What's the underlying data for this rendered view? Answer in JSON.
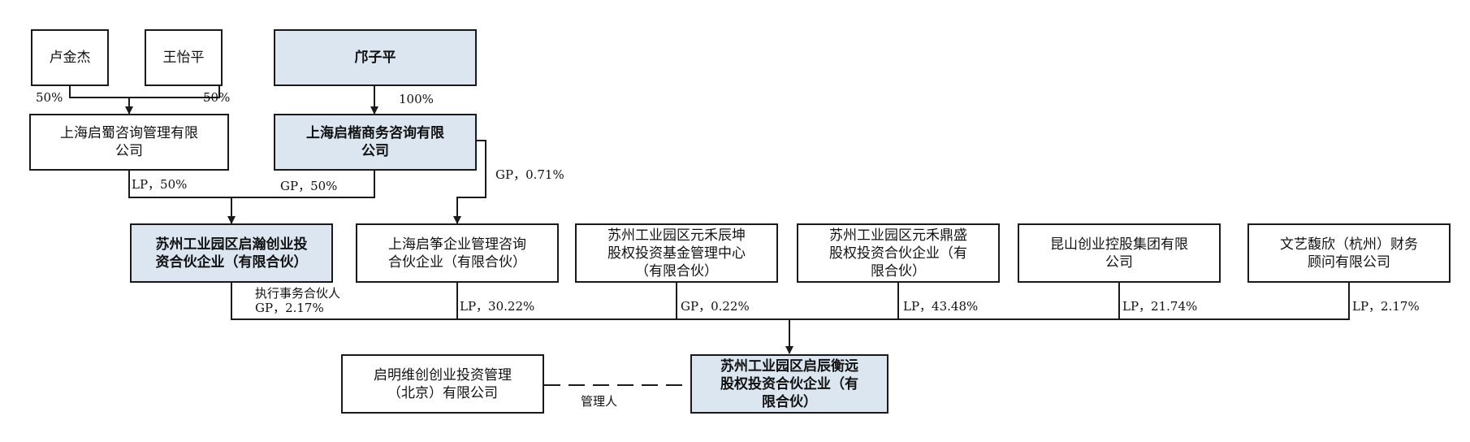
{
  "diagram": {
    "nodes": {
      "lu_jinjie": "卢金杰",
      "wang_yiping": "王怡平",
      "kuang_ziping": "邝子平",
      "qishu": "上海启蜀咨询管理有限\n公司",
      "qikai": "上海启楷商务咨询有限\n公司",
      "qihan": "苏州工业园区启瀚创业投\n资合伙企业（有限合伙）",
      "qizheng": "上海启筝企业管理咨询\n合伙企业（有限合伙）",
      "yuanhe_chenkun": "苏州工业园区元禾辰坤\n股权投资基金管理中心\n（有限合伙）",
      "yuanhe_dingsheng": "苏州工业园区元禾鼎盛\n股权投资合伙企业（有\n限合伙）",
      "kunshan": "昆山创业控股集团有限\n公司",
      "wenyi": "文艺馥欣（杭州）财务\n顾问有限公司",
      "qiming": "启明维创创业投资管理\n（北京）有限公司",
      "target": "苏州工业园区启辰衡远\n股权投资合伙企业（有\n限合伙）"
    },
    "labels": {
      "lu_pct": "50%",
      "wang_pct": "50%",
      "kuang_pct": "100%",
      "qishu_lp": "LP，50%",
      "qikai_gp": "GP，50%",
      "qikai_gp_qizheng": "GP，0.71%",
      "qihan_gp": "执行事务合伙人\nGP，2.17%",
      "qizheng_lp": "LP，30.22%",
      "chenkun_gp": "GP，0.22%",
      "dingsheng_lp": "LP，43.48%",
      "kunshan_lp": "LP，21.74%",
      "wenyi_lp": "LP，2.17%",
      "manager": "管理人"
    },
    "colors": {
      "highlight_fill": "#dce6f1",
      "line": "#1a1a1a"
    }
  }
}
